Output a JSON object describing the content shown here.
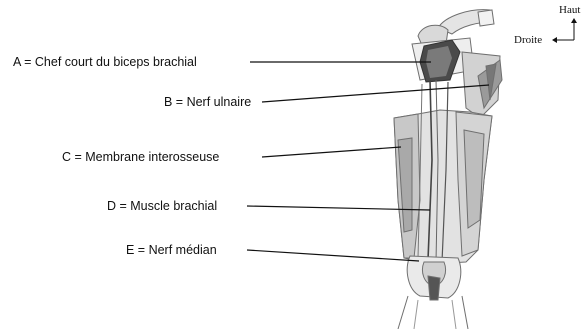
{
  "labels": {
    "a": "A = Chef court du biceps brachial",
    "b": "B = Nerf ulnaire",
    "c": "C = Membrane interosseuse",
    "d": "D = Muscle brachial",
    "e": "E = Nerf médian"
  },
  "orientation": {
    "up": "Haut",
    "right": "Droite"
  },
  "colors": {
    "ink": "#111111",
    "sketch": "#6f6f6f",
    "shade": "#c9c9c9",
    "dark_shade": "#555555"
  }
}
